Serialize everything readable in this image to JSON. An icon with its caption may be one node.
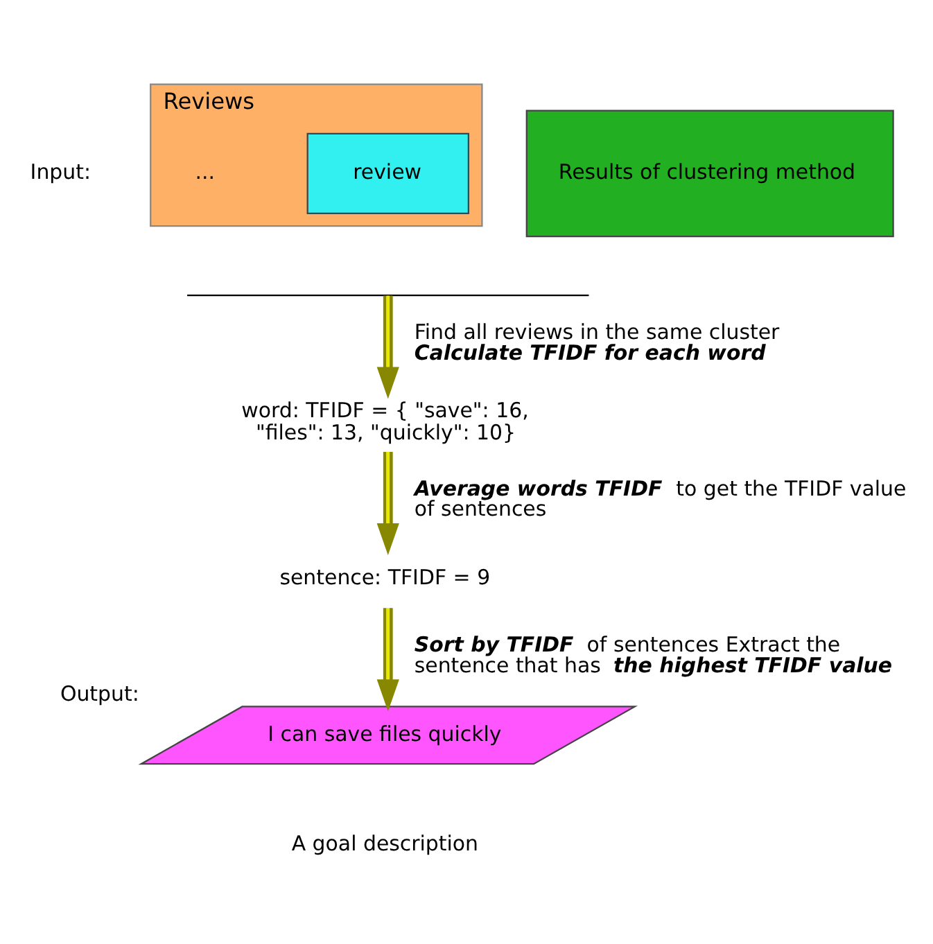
{
  "diagram": {
    "nodes": [
      {
        "text": [
          "Reviews",
          "..."
        ],
        "beside": [
          "Input:"
        ]
      },
      {
        "text": [
          "review"
        ],
        "in": 0
      },
      {
        "text": [
          "Results of clustering method"
        ]
      },
      {
        "text": [],
        "shape": "brace"
      },
      {
        "text": [
          "word: TFIDF = { \"save\": 16, \"files\": 13, \"quickly\": 10}"
        ]
      },
      {
        "text": [
          "sentence: TFIDF = 9"
        ]
      },
      {
        "text": [
          "I can save files quickly"
        ],
        "beside": [
          "Output:",
          "A goal description"
        ]
      }
    ],
    "edges": [
      {
        "from": 3,
        "to": 4,
        "arrow": "to",
        "label": "Find all reviews in the same cluster **Calculate TFIDF for each word**"
      },
      {
        "from": 4,
        "to": 5,
        "arrow": "to",
        "label": "**Average words TFIDF** to get the TFIDF value of sentences"
      },
      {
        "from": 5,
        "to": 6,
        "arrow": "to",
        "label": "**Sort by TFIDF** of sentences Extract the sentence that has **the highest TFIDF value**"
      }
    ]
  }
}
